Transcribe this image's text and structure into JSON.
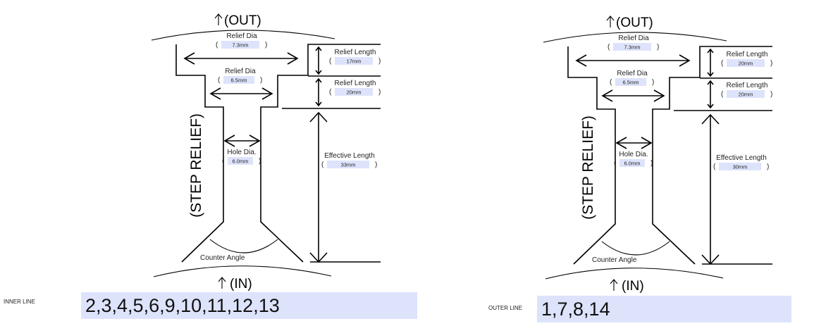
{
  "panels": [
    {
      "id": "inner",
      "out_label": "(OUT)",
      "in_label": "(IN)",
      "side_label": "(STEP RELIEF)",
      "relief_dia_1": {
        "label": "Relief Dia",
        "value": "7.3mm"
      },
      "relief_dia_2": {
        "label": "Relief Dia",
        "value": "6.5mm"
      },
      "hole_dia": {
        "label": "Hole Dia.",
        "value": "6.0mm"
      },
      "relief_length_1": {
        "label": "Relief Length",
        "value": "17mm"
      },
      "relief_length_2": {
        "label": "Relief Length",
        "value": "20mm"
      },
      "effective_length": {
        "label": "Effective Length",
        "value": "33mm"
      },
      "counter_angle": "Counter Angle"
    },
    {
      "id": "outer",
      "out_label": "(OUT)",
      "in_label": "(IN)",
      "side_label": "(STEP RELIEF)",
      "relief_dia_1": {
        "label": "Relief Dia",
        "value": "7.3mm"
      },
      "relief_dia_2": {
        "label": "Relief Dia",
        "value": "6.5mm"
      },
      "hole_dia": {
        "label": "Hole Dia.",
        "value": "6.0mm"
      },
      "relief_length_1": {
        "label": "Relief Length",
        "value": "20mm"
      },
      "relief_length_2": {
        "label": "Relief Length",
        "value": "20mm"
      },
      "effective_length": {
        "label": "Effective Length",
        "value": "30mm"
      },
      "counter_angle": "Counter Angle"
    }
  ],
  "lines": {
    "inner": {
      "label": "INNER LINE",
      "values": "2,3,4,5,6,9,10,11,12,13"
    },
    "outer": {
      "label": "OUTER LINE",
      "values": "1,7,8,14"
    }
  },
  "colors": {
    "highlight": "#dde3fb"
  }
}
